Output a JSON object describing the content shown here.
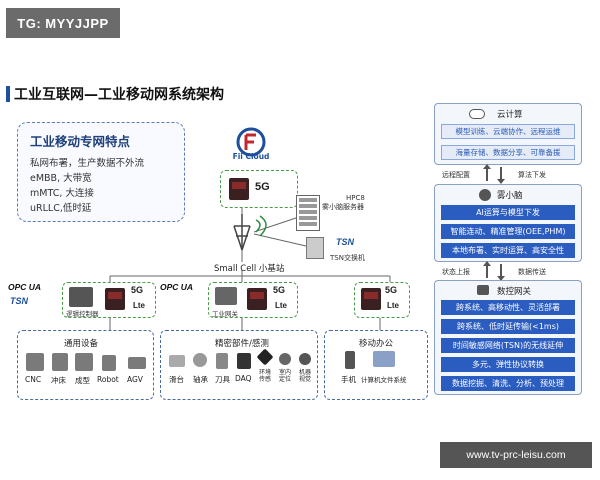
{
  "watermark_tag": "TG: MYYJJPP",
  "title": "工业互联网—工业移动网系统架构",
  "features": {
    "title": "工业移动专网特点",
    "items": [
      "私网布署，生产数据不外流",
      "eMBB, 大带宽",
      "mMTC, 大连接",
      "uRLLC,低时延"
    ]
  },
  "network": {
    "cloud_label": "Fii Cloud",
    "g5": "5G",
    "lte": "Lte",
    "server_label_1": "HPC8",
    "server_label_2": "雾小脑服务器",
    "tsn_logo": "TSN",
    "tsn_switch_label": "TSN交换机",
    "small_cell_label": "Small Cell 小基站",
    "opc": "OPC UA",
    "controller_label": "逻辑控制器",
    "gateway_label": "工业网关"
  },
  "groups": {
    "general": {
      "title": "通用设备",
      "items": [
        "CNC",
        "冲床",
        "成型",
        "Robot",
        "AGV"
      ]
    },
    "precision": {
      "title": "精密部件/感测",
      "items": [
        "滑台",
        "轴承",
        "刀具",
        "DAQ"
      ],
      "items_small": [
        [
          "环境",
          "传感"
        ],
        [
          "室内",
          "定位"
        ],
        [
          "机器",
          "视觉"
        ]
      ]
    },
    "mobile": {
      "title": "移动办公",
      "items": [
        "手机",
        "计算机文件系统"
      ]
    }
  },
  "panel": {
    "cloud": {
      "title": "云计算",
      "buttons": [
        "模型训练、云端协作、远程运维",
        "海量存储、数据分享、可靠备援"
      ]
    },
    "flow1": {
      "left": "远程配置",
      "right": "算法下发"
    },
    "fog": {
      "title": "雾小脑",
      "buttons": [
        "AI运算与模型下发",
        "智能连动、精准管理(OEE,PHM)",
        "本地布署、实时运算、高安全性"
      ]
    },
    "flow2": {
      "left": "状态上报",
      "right": "数据传送"
    },
    "gateway": {
      "title": "数控网关",
      "buttons": [
        "跨系统、高移动性、灵活部署",
        "跨系统、低时延传输(<1ms)",
        "时间敏感网络(TSN)的无线延伸",
        "多元、弹性协议转换",
        "数据挖掘、清洗、分析、预处理"
      ]
    }
  },
  "site_watermark": "www.tv-prc-leisu.com",
  "colors": {
    "accent": "#1e4f9c",
    "green_dash": "#4a9a4a",
    "panel_button": "#2b5cc0"
  }
}
